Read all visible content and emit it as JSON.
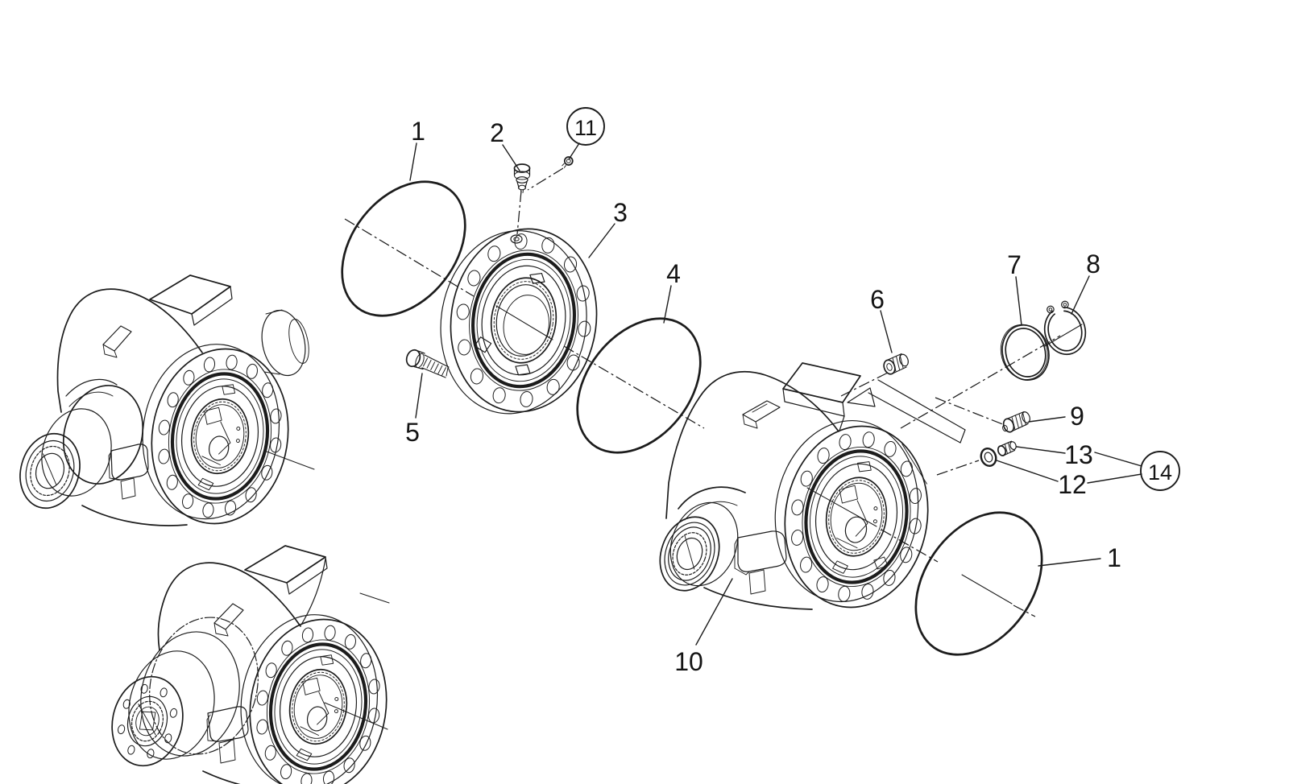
{
  "figure": {
    "background_color": "#ffffff",
    "line_color": "#1c1c1c"
  },
  "callouts": [
    {
      "id": "callout-1-upper",
      "label": "1",
      "circled": false
    },
    {
      "id": "callout-2",
      "label": "2",
      "circled": false
    },
    {
      "id": "callout-11",
      "label": "11",
      "circled": true
    },
    {
      "id": "callout-3",
      "label": "3",
      "circled": false
    },
    {
      "id": "callout-4",
      "label": "4",
      "circled": false
    },
    {
      "id": "callout-5",
      "label": "5",
      "circled": false
    },
    {
      "id": "callout-6",
      "label": "6",
      "circled": false
    },
    {
      "id": "callout-7",
      "label": "7",
      "circled": false
    },
    {
      "id": "callout-8",
      "label": "8",
      "circled": false
    },
    {
      "id": "callout-9",
      "label": "9",
      "circled": false
    },
    {
      "id": "callout-13",
      "label": "13",
      "circled": false
    },
    {
      "id": "callout-12",
      "label": "12",
      "circled": false
    },
    {
      "id": "callout-14",
      "label": "14",
      "circled": true
    },
    {
      "id": "callout-10",
      "label": "10",
      "circled": false
    },
    {
      "id": "callout-1-lower",
      "label": "1",
      "circled": false
    }
  ]
}
